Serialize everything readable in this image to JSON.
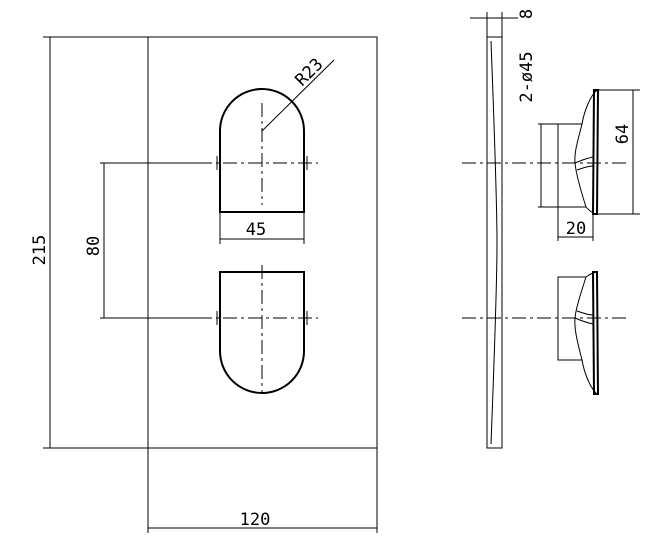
{
  "front_view": {
    "dims": {
      "height": "215",
      "width": "120",
      "spacing": "80",
      "opening_width": "45",
      "radius": "R23"
    }
  },
  "side_view": {
    "dims": {
      "plate_thickness": "8",
      "handle_diameter": "2-ø45",
      "handle_height": "64",
      "handle_depth": "20"
    }
  }
}
